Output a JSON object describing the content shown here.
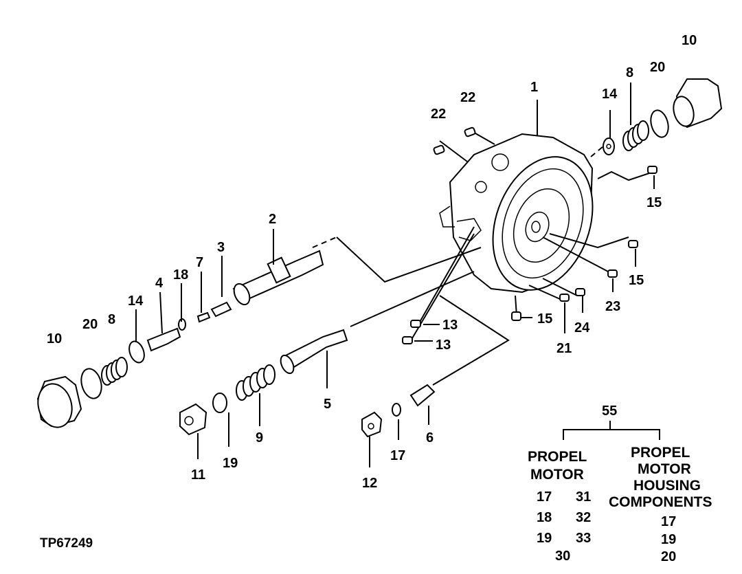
{
  "figure_id": "TP67249",
  "callouts": {
    "c1": "1",
    "c2": "2",
    "c3": "3",
    "c4": "4",
    "c5": "5",
    "c6": "6",
    "c7": "7",
    "c8a": "8",
    "c8b": "8",
    "c9": "9",
    "c10a": "10",
    "c10b": "10",
    "c11": "11",
    "c12": "12",
    "c13a": "13",
    "c13b": "13",
    "c14a": "14",
    "c14b": "14",
    "c15a": "15",
    "c15b": "15",
    "c15c": "15",
    "c17a": "17",
    "c18": "18",
    "c19": "19",
    "c20a": "20",
    "c20b": "20",
    "c21": "21",
    "c22a": "22",
    "c22b": "22",
    "c23": "23",
    "c24": "24"
  },
  "kit": {
    "number": "55",
    "left_title_line1": "PROPEL",
    "left_title_line2": "MOTOR",
    "left_items": [
      "17",
      "31",
      "18",
      "32",
      "19",
      "33",
      "30"
    ],
    "right_title_line1": "PROPEL",
    "right_title_line2": "MOTOR",
    "right_title_line3": "HOUSING",
    "right_title_line4": "COMPONENTS",
    "right_items": [
      "17",
      "19",
      "20"
    ]
  }
}
